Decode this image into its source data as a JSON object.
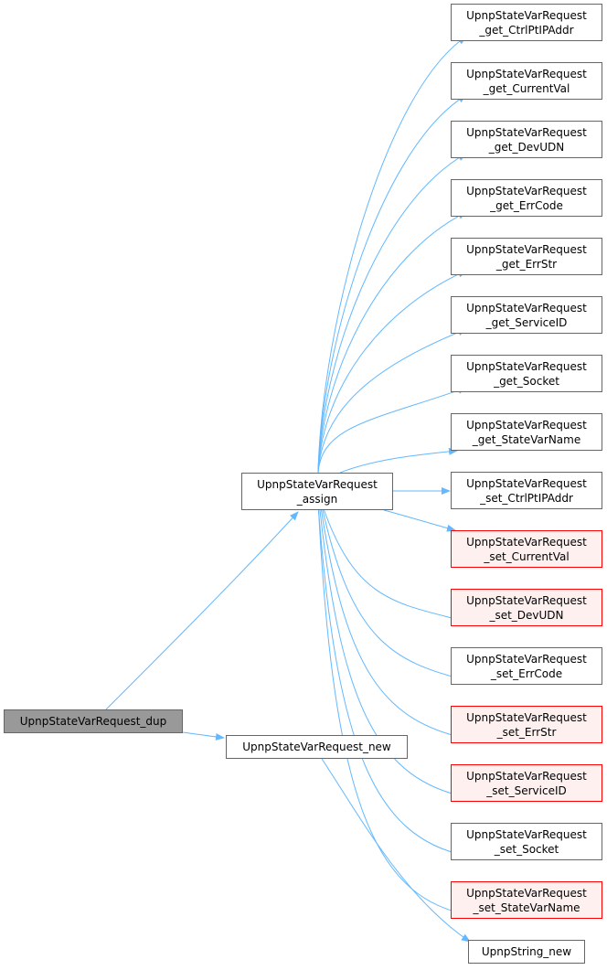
{
  "graph": {
    "root": {
      "label": "UpnpStateVarRequest_dup"
    },
    "assign": {
      "line1": "UpnpStateVarRequest",
      "line2": "_assign"
    },
    "new": {
      "label": "UpnpStateVarRequest_new"
    },
    "string_new": {
      "label": "UpnpString_new"
    },
    "callees": [
      {
        "line1": "UpnpStateVarRequest",
        "line2": "_get_CtrlPtIPAddr",
        "highlight": false
      },
      {
        "line1": "UpnpStateVarRequest",
        "line2": "_get_CurrentVal",
        "highlight": false
      },
      {
        "line1": "UpnpStateVarRequest",
        "line2": "_get_DevUDN",
        "highlight": false
      },
      {
        "line1": "UpnpStateVarRequest",
        "line2": "_get_ErrCode",
        "highlight": false
      },
      {
        "line1": "UpnpStateVarRequest",
        "line2": "_get_ErrStr",
        "highlight": false
      },
      {
        "line1": "UpnpStateVarRequest",
        "line2": "_get_ServiceID",
        "highlight": false
      },
      {
        "line1": "UpnpStateVarRequest",
        "line2": "_get_Socket",
        "highlight": false
      },
      {
        "line1": "UpnpStateVarRequest",
        "line2": "_get_StateVarName",
        "highlight": false
      },
      {
        "line1": "UpnpStateVarRequest",
        "line2": "_set_CtrlPtIPAddr",
        "highlight": false
      },
      {
        "line1": "UpnpStateVarRequest",
        "line2": "_set_CurrentVal",
        "highlight": true
      },
      {
        "line1": "UpnpStateVarRequest",
        "line2": "_set_DevUDN",
        "highlight": true
      },
      {
        "line1": "UpnpStateVarRequest",
        "line2": "_set_ErrCode",
        "highlight": false
      },
      {
        "line1": "UpnpStateVarRequest",
        "line2": "_set_ErrStr",
        "highlight": true
      },
      {
        "line1": "UpnpStateVarRequest",
        "line2": "_set_ServiceID",
        "highlight": true
      },
      {
        "line1": "UpnpStateVarRequest",
        "line2": "_set_Socket",
        "highlight": false
      },
      {
        "line1": "UpnpStateVarRequest",
        "line2": "_set_StateVarName",
        "highlight": true
      }
    ],
    "colors": {
      "edge": "#63b8ff",
      "node_border": "#666666",
      "root_fill": "#999999",
      "highlight_border": "#ff0000",
      "highlight_fill": "#fff0f0"
    }
  }
}
